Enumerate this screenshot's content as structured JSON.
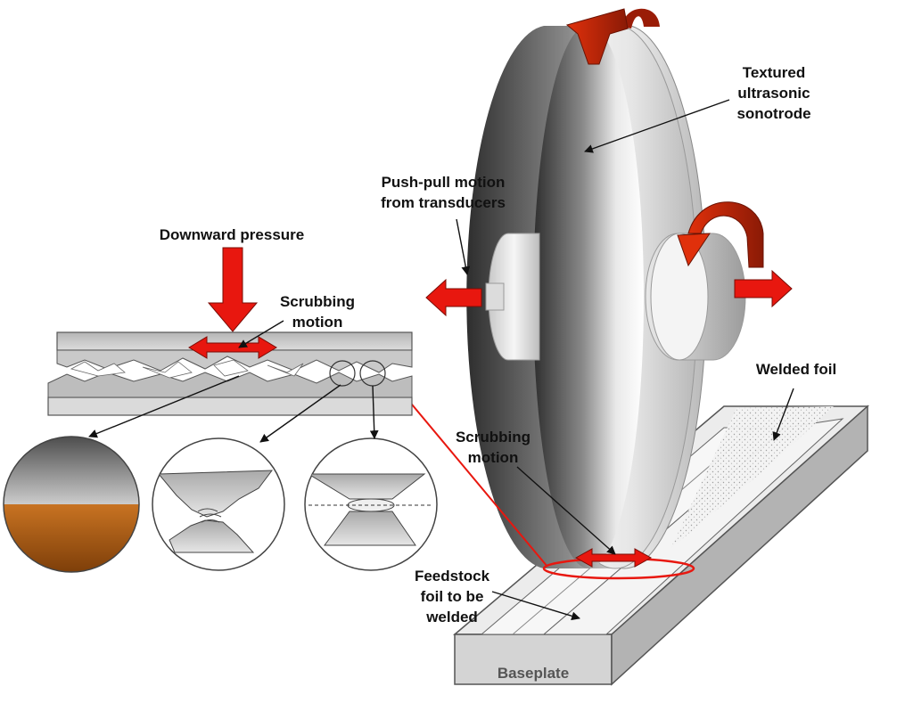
{
  "labels": {
    "sonotrode": [
      "Textured",
      "ultrasonic",
      "sonotrode"
    ],
    "push_pull": [
      "Push-pull motion",
      "from transducers"
    ],
    "downward_pressure": "Downward pressure",
    "scrubbing_left": [
      "Scrubbing",
      "motion"
    ],
    "welded_foil": "Welded foil",
    "scrubbing_right": [
      "Scrubbing",
      "motion"
    ],
    "feedstock": [
      "Feedstock",
      "foil to be",
      "welded"
    ],
    "baseplate": "Baseplate"
  },
  "colors": {
    "motion_arrow": "#e8170f",
    "rotation_arrow": "#d92b0a",
    "contact_ellipse": "#e8170f",
    "copper_layer": "#b8651a",
    "metal_dark": "#3a3a3a",
    "metal_light": "#f2f2f2"
  }
}
